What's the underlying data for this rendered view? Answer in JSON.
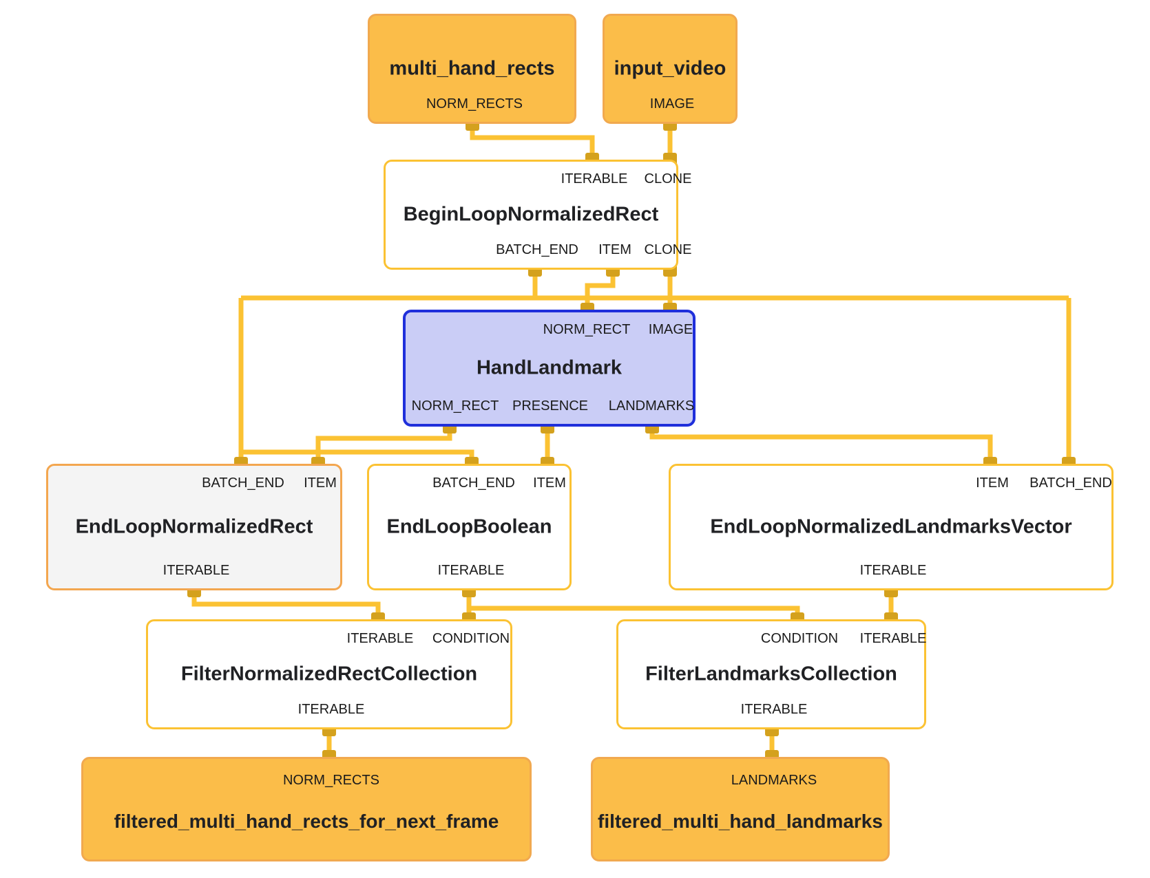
{
  "nodes": {
    "multi_hand_rects": {
      "title": "multi_hand_rects",
      "outputs": [
        "NORM_RECTS"
      ]
    },
    "input_video": {
      "title": "input_video",
      "outputs": [
        "IMAGE"
      ]
    },
    "begin_loop": {
      "title": "BeginLoopNormalizedRect",
      "inputs": [
        "ITERABLE",
        "CLONE"
      ],
      "outputs": [
        "BATCH_END",
        "ITEM",
        "CLONE"
      ]
    },
    "hand_landmark": {
      "title": "HandLandmark",
      "inputs": [
        "NORM_RECT",
        "IMAGE"
      ],
      "outputs": [
        "NORM_RECT",
        "PRESENCE",
        "LANDMARKS"
      ]
    },
    "end_loop_normalized_rect": {
      "title": "EndLoopNormalizedRect",
      "inputs": [
        "BATCH_END",
        "ITEM"
      ],
      "outputs": [
        "ITERABLE"
      ]
    },
    "end_loop_boolean": {
      "title": "EndLoopBoolean",
      "inputs": [
        "BATCH_END",
        "ITEM"
      ],
      "outputs": [
        "ITERABLE"
      ]
    },
    "end_loop_landmarks_vector": {
      "title": "EndLoopNormalizedLandmarksVector",
      "inputs": [
        "ITEM",
        "BATCH_END"
      ],
      "outputs": [
        "ITERABLE"
      ]
    },
    "filter_rect_collection": {
      "title": "FilterNormalizedRectCollection",
      "inputs": [
        "ITERABLE",
        "CONDITION"
      ],
      "outputs": [
        "ITERABLE"
      ]
    },
    "filter_landmarks_collection": {
      "title": "FilterLandmarksCollection",
      "inputs": [
        "CONDITION",
        "ITERABLE"
      ],
      "outputs": [
        "ITERABLE"
      ]
    },
    "filtered_rects": {
      "title": "filtered_multi_hand_rects_for_next_frame",
      "inputs": [
        "NORM_RECTS"
      ]
    },
    "filtered_landmarks": {
      "title": "filtered_multi_hand_landmarks",
      "inputs": [
        "LANDMARKS"
      ]
    }
  },
  "edges": [
    {
      "from": "multi_hand_rects.NORM_RECTS",
      "to": "begin_loop.ITERABLE"
    },
    {
      "from": "input_video.IMAGE",
      "to": "begin_loop.CLONE"
    },
    {
      "from": "begin_loop.BATCH_END",
      "to": "end_loop_normalized_rect.BATCH_END"
    },
    {
      "from": "begin_loop.BATCH_END",
      "to": "end_loop_boolean.BATCH_END"
    },
    {
      "from": "begin_loop.BATCH_END",
      "to": "end_loop_landmarks_vector.BATCH_END"
    },
    {
      "from": "begin_loop.ITEM",
      "to": "hand_landmark.NORM_RECT"
    },
    {
      "from": "begin_loop.CLONE",
      "to": "hand_landmark.IMAGE"
    },
    {
      "from": "hand_landmark.NORM_RECT",
      "to": "end_loop_normalized_rect.ITEM"
    },
    {
      "from": "hand_landmark.PRESENCE",
      "to": "end_loop_boolean.ITEM"
    },
    {
      "from": "hand_landmark.LANDMARKS",
      "to": "end_loop_landmarks_vector.ITEM"
    },
    {
      "from": "end_loop_normalized_rect.ITERABLE",
      "to": "filter_rect_collection.ITERABLE"
    },
    {
      "from": "end_loop_boolean.ITERABLE",
      "to": "filter_rect_collection.CONDITION"
    },
    {
      "from": "end_loop_boolean.ITERABLE",
      "to": "filter_landmarks_collection.CONDITION"
    },
    {
      "from": "end_loop_landmarks_vector.ITERABLE",
      "to": "filter_landmarks_collection.ITERABLE"
    },
    {
      "from": "filter_rect_collection.ITERABLE",
      "to": "filtered_rects.NORM_RECTS"
    },
    {
      "from": "filter_landmarks_collection.ITERABLE",
      "to": "filtered_landmarks.LANDMARKS"
    }
  ],
  "colors": {
    "wire": "#FBC233",
    "port": "#D4A11D",
    "stream_node_fill": "#FBBD49",
    "stream_node_border": "#F1A94F",
    "calculator_node_border": "#FBC233",
    "selected_node_fill": "#F4F4F4",
    "selected_node_border": "#F3A64F",
    "highlight_node_fill": "#CACDF6",
    "highlight_node_border": "#1F2FDB",
    "text": "#202124",
    "background": "#FFFFFF"
  }
}
